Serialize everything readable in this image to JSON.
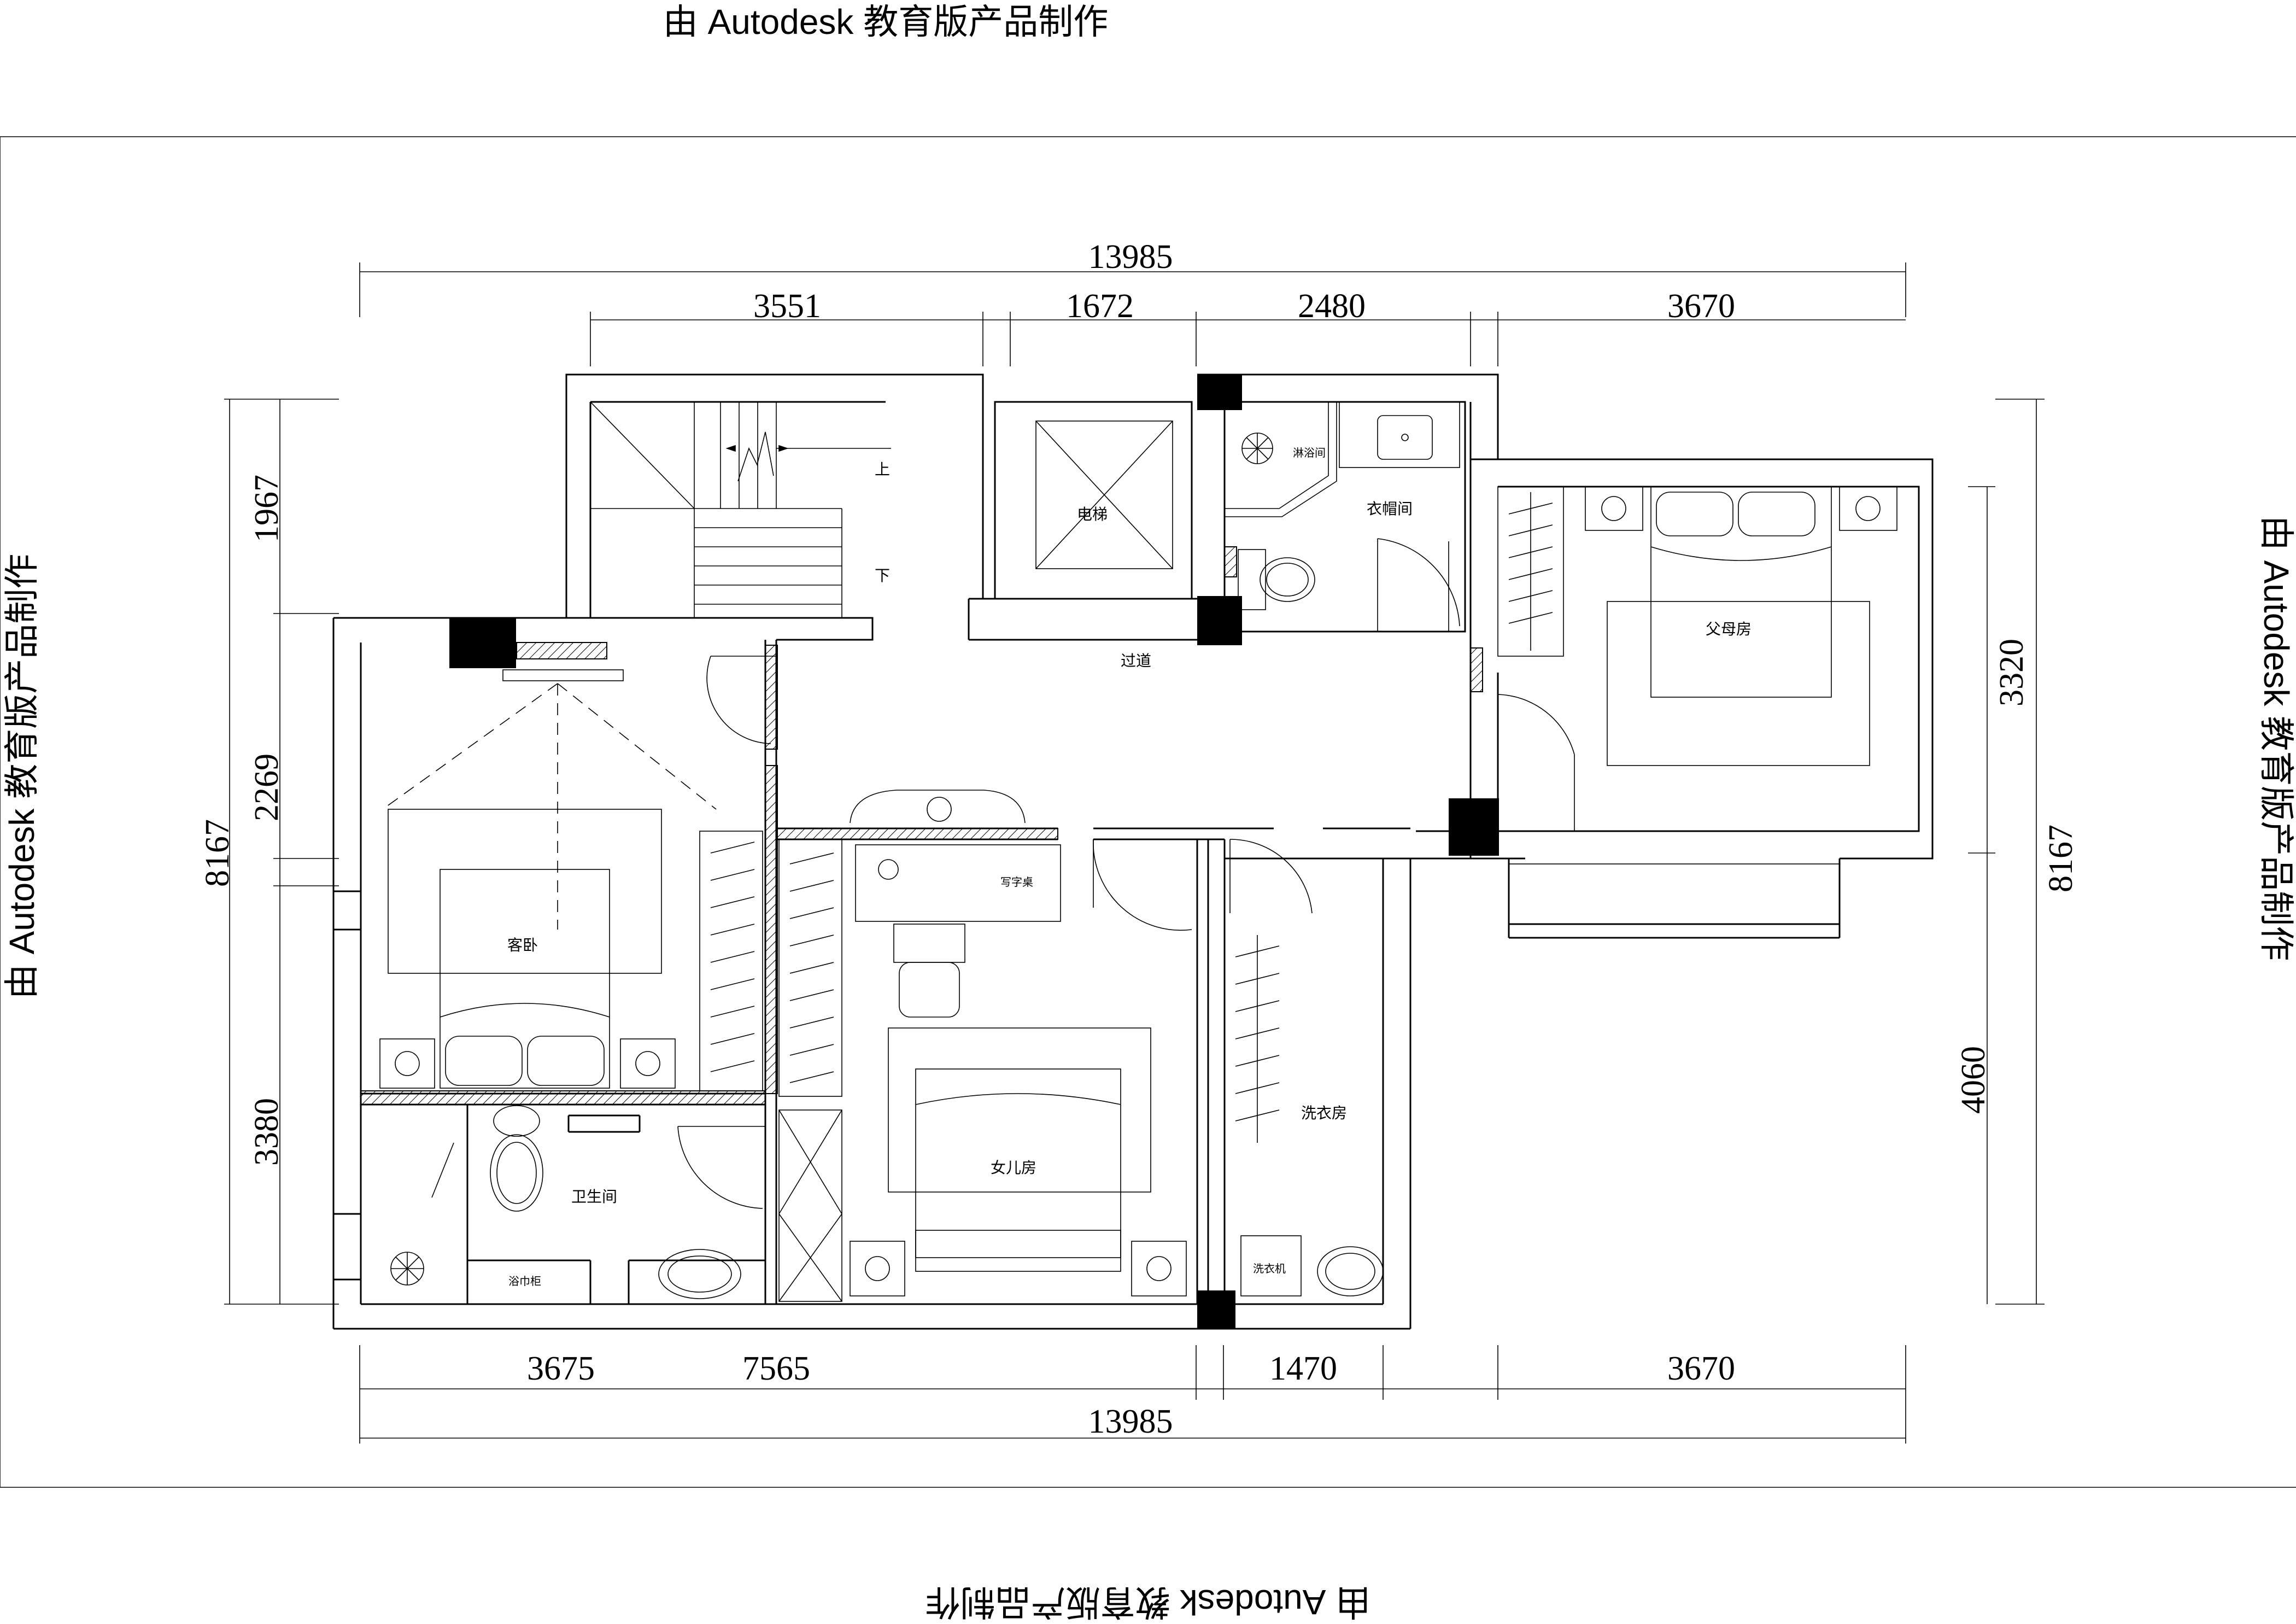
{
  "watermark": {
    "top": "由 Autodesk 教育版产品制作",
    "bottom": "由 Autodesk 教育版产品制作",
    "left": "由 Autodesk 教育版产品制作",
    "right": "由 Autodesk 教育版产品制作"
  },
  "dimensions": {
    "top_total": "13985",
    "top_segments": [
      "3551",
      "1672",
      "2480",
      "3670"
    ],
    "bottom_segments": [
      "3675",
      "7565",
      "1470",
      "3670"
    ],
    "bottom_total": "13985",
    "left_total": "8167",
    "left_segments": [
      "1967",
      "2269",
      "3380"
    ],
    "right_total": "8167",
    "right_segments": [
      "3320",
      "4060"
    ]
  },
  "rooms": {
    "elevator": "电梯",
    "cloakroom": "衣帽间",
    "shower": "淋浴间",
    "corridor": "过道",
    "parents_room": "父母房",
    "guest_bedroom": "客卧",
    "desk": "写字桌",
    "daughters_room": "女儿房",
    "laundry_room": "洗衣房",
    "bathroom": "卫生间",
    "towel_cabinet": "浴巾柜",
    "washing_machine": "洗衣机",
    "stair_up": "上",
    "stair_down": "下"
  }
}
